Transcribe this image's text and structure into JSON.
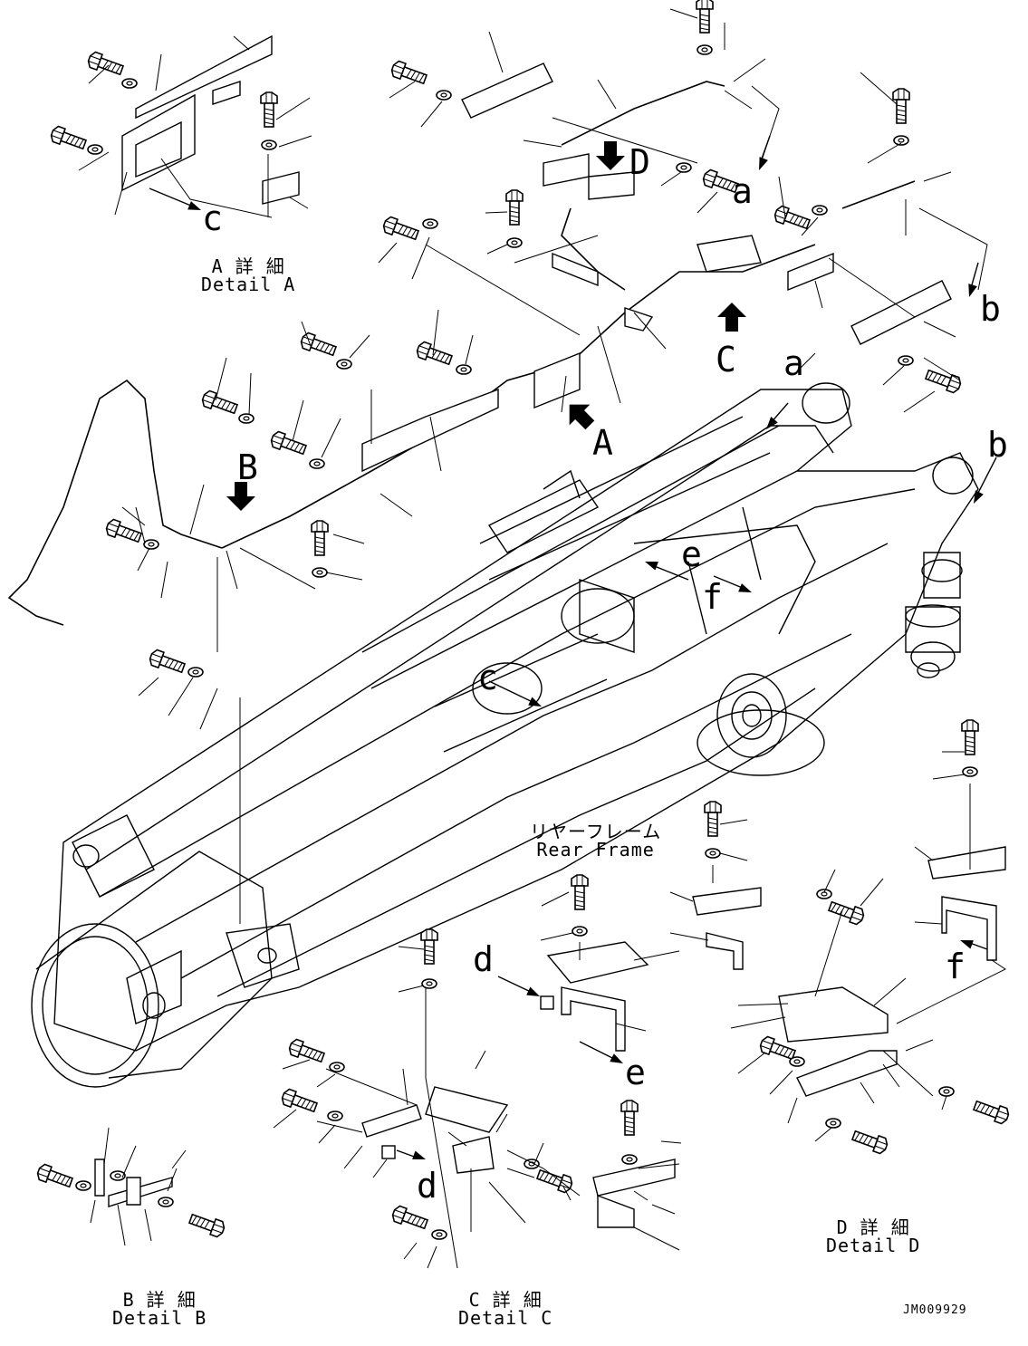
{
  "callouts": {
    "A": "A",
    "B": "B",
    "C": "C",
    "D": "D",
    "a": "a",
    "b": "b",
    "c": "c",
    "d": "d",
    "e": "e",
    "f": "f"
  },
  "captions": {
    "detail_a_jp": "A 詳 細",
    "detail_a_en": "Detail A",
    "detail_b_jp": "B 詳 細",
    "detail_b_en": "Detail B",
    "detail_c_jp": "C 詳 細",
    "detail_c_en": "Detail C",
    "detail_d_jp": "D 詳 細",
    "detail_d_en": "Detail D",
    "rear_frame_jp": "リヤーフレーム",
    "rear_frame_en": "Rear Frame"
  },
  "drawing_code": "JM009929",
  "colors": {
    "ink": "#000000",
    "paper": "#ffffff"
  }
}
